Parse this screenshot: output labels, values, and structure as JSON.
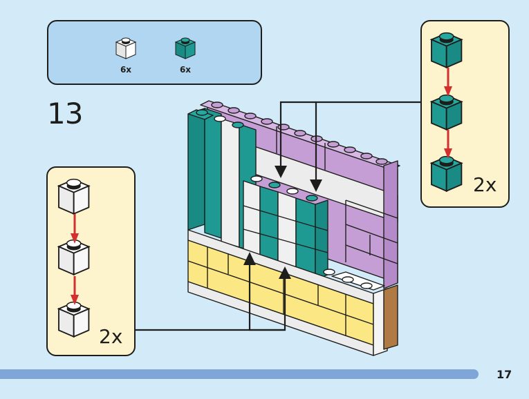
{
  "page": {
    "step_number": "13",
    "page_number": "17",
    "progress_fraction": 0.9
  },
  "parts_list": {
    "items": [
      {
        "name": "white-1x1-brick",
        "color": "#f4f4f4",
        "qty": "6x"
      },
      {
        "name": "teal-1x1-brick",
        "color": "#1f9a93",
        "qty": "6x"
      }
    ]
  },
  "sub_assemblies": {
    "right": {
      "brick_color": "#1f9a93",
      "brick_count": 3,
      "multiplier": "2x"
    },
    "left": {
      "brick_color": "#f4f4f4",
      "brick_count": 3,
      "multiplier": "2x"
    }
  },
  "colors": {
    "background": "#d3ebf9",
    "parts_box": "#b1d6f2",
    "callout_box": "#fdf3cc",
    "teal": "#1f9a93",
    "white": "#f0f0f0",
    "lavender": "#c59ed6",
    "yellow": "#fbe783",
    "brown": "#b07a44",
    "arrow_red": "#d32f2f",
    "progress": "#7fa6d6"
  }
}
